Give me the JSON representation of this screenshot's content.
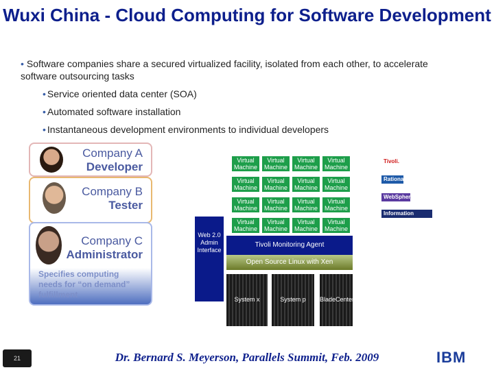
{
  "slide": {
    "title": "Wuxi China - Cloud Computing for Software Development",
    "bullet_main": "Software companies share a secured virtualized facility, isolated from each other, to accelerate software outsourcing tasks",
    "sub_bullets": [
      "Service oriented data center (SOA)",
      "Automated software installation",
      "Instantaneous development environments to individual developers"
    ]
  },
  "tabs": {
    "a_company": "Company A",
    "a_role": "Developer",
    "b_company": "Company B",
    "b_role": "Tester",
    "c_company": "Company C",
    "c_role": "Administrator",
    "specifies": "Specifies computing needs for “on demand” fulfillment"
  },
  "stack": {
    "vm_line1": "Virtual",
    "vm_line2": "Machine",
    "web_interface": "Web 2.0 Admin Interface",
    "monitoring": "Tivoli Monitoring Agent",
    "os": "Open Source Linux with Xen",
    "servers": [
      "System x",
      "System p",
      "BladeCenter"
    ]
  },
  "brands": [
    "Tivoli.",
    "Rational",
    "WebSphere",
    "Information Management."
  ],
  "footer": {
    "page_number": "21",
    "citation": "Dr. Bernard S. Meyerson, Parallels Summit, Feb. 2009",
    "logo_text": "IBM"
  },
  "colors": {
    "title": "#0d1f8c",
    "vm_green": "#1d9e4a",
    "ibm_navy": "#0a1a8a",
    "brand_tivoli": "#d01818",
    "brand_rational": "#1e5aa8",
    "brand_websphere": "#5a3aa0",
    "brand_infomgmt": "#1a2c70"
  }
}
